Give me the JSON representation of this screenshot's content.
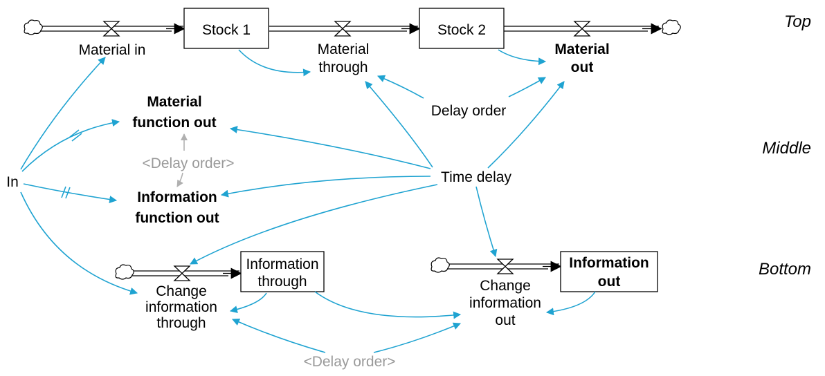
{
  "labels": {
    "top": "Top",
    "middle": "Middle",
    "bottom": "Bottom",
    "stock1": "Stock 1",
    "stock2": "Stock 2",
    "material_in": "Material in",
    "material_through_1": "Material",
    "material_through_2": "through",
    "material_out_1": "Material",
    "material_out_2": "out",
    "delay_order": "Delay order",
    "material_function_out_1": "Material",
    "material_function_out_2": "function out",
    "delay_order_shadow_mid": "<Delay order>",
    "in": "In",
    "time_delay": "Time delay",
    "information_function_out_1": "Information",
    "information_function_out_2": "function out",
    "information_through_1": "Information",
    "information_through_2": "through",
    "information_out_1": "Information",
    "information_out_2": "out",
    "change_information_through_1": "Change",
    "change_information_through_2": "information",
    "change_information_through_3": "through",
    "change_information_out_1": "Change",
    "change_information_out_2": "information",
    "change_information_out_3": "out",
    "delay_order_shadow_bottom": "<Delay order>"
  },
  "colors": {
    "link": "#1fa3d1",
    "shadow_link": "#b0b0b0",
    "shadow_text": "#9a9a9a"
  }
}
